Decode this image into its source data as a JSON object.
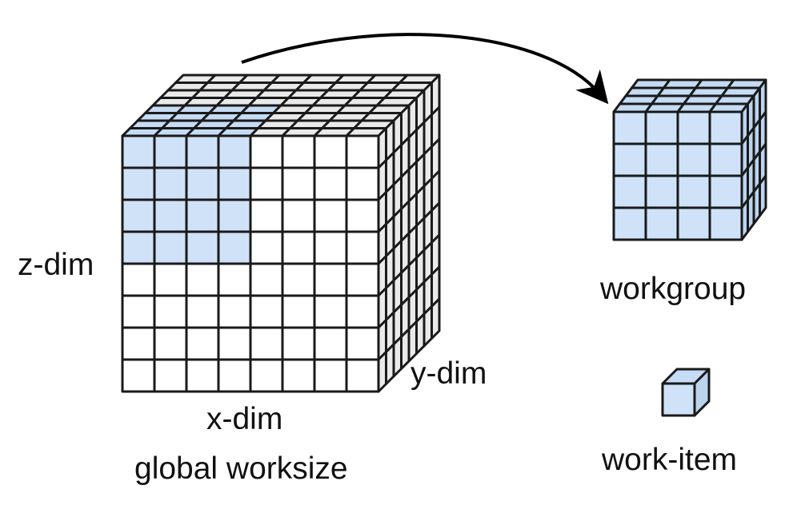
{
  "labels": {
    "z_dim": "z-dim",
    "y_dim": "y-dim",
    "x_dim": "x-dim",
    "global_worksize": "global worksize",
    "workgroup": "workgroup",
    "work_item": "work-item"
  },
  "grid": {
    "global_cells_per_side": 8,
    "workgroup_cells_per_side": 4,
    "highlighted_block_cells": 4
  },
  "colors": {
    "highlight": "#cfe2f8",
    "highlight_side": "#bcd3ee",
    "highlight_top": "#c6dbf4",
    "face_white": "#ffffff",
    "face_gray": "#eaeaea",
    "stroke": "#1a1a1a"
  }
}
